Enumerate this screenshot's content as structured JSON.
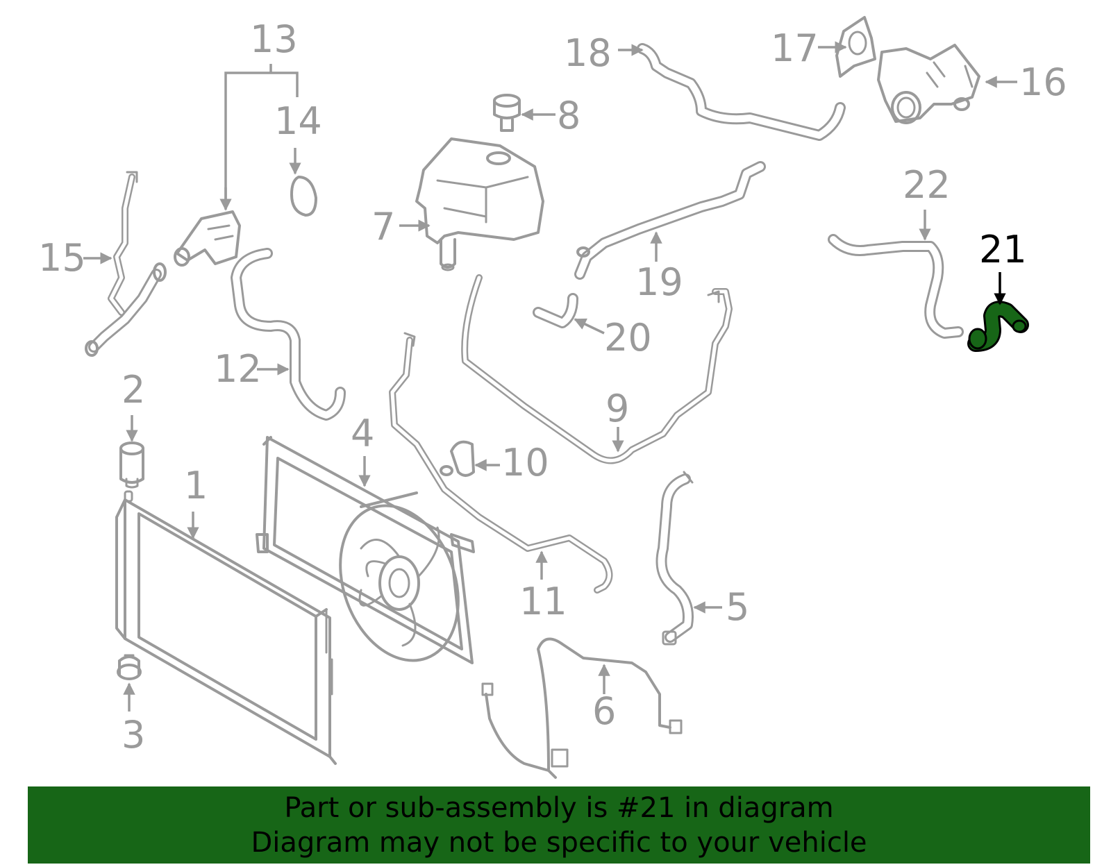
{
  "callouts": {
    "c1": "1",
    "c2": "2",
    "c3": "3",
    "c4": "4",
    "c5": "5",
    "c6": "6",
    "c7": "7",
    "c8": "8",
    "c9": "9",
    "c10": "10",
    "c11": "11",
    "c12": "12",
    "c13": "13",
    "c14": "14",
    "c15": "15",
    "c16": "16",
    "c17": "17",
    "c18": "18",
    "c19": "19",
    "c20": "20",
    "c21": "21",
    "c22": "22"
  },
  "highlight": {
    "part": "21",
    "color": "#176617"
  },
  "banner": {
    "line1": "Part or sub-assembly is #21 in diagram",
    "line2": "Diagram may not be specific to your vehicle",
    "background": "#176617"
  }
}
